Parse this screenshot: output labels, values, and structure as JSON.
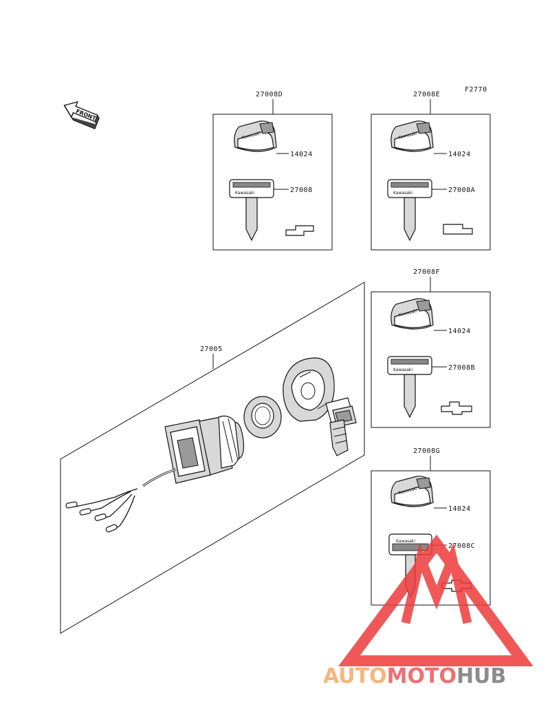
{
  "diagram": {
    "figure_code": "F2770",
    "front_label": "FRONT",
    "brand_text": "Kawasaki",
    "main_assembly": {
      "part_number": "27005"
    },
    "key_sets": [
      {
        "set_number": "27008D",
        "knob_part": "14024",
        "key_part": "27008"
      },
      {
        "set_number": "27008E",
        "knob_part": "14024",
        "key_part": "27008A"
      },
      {
        "set_number": "27008F",
        "knob_part": "14024",
        "key_part": "27008B"
      },
      {
        "set_number": "27008G",
        "knob_part": "14024",
        "key_part": "27008C"
      }
    ]
  },
  "watermark": {
    "parts": [
      "AUTO",
      "MOTO",
      "HUB"
    ],
    "colors": {
      "auto": "#f5b77a",
      "moto": "#f07070",
      "hub": "#8c8c8c",
      "logo": "#ee3b3b"
    }
  }
}
